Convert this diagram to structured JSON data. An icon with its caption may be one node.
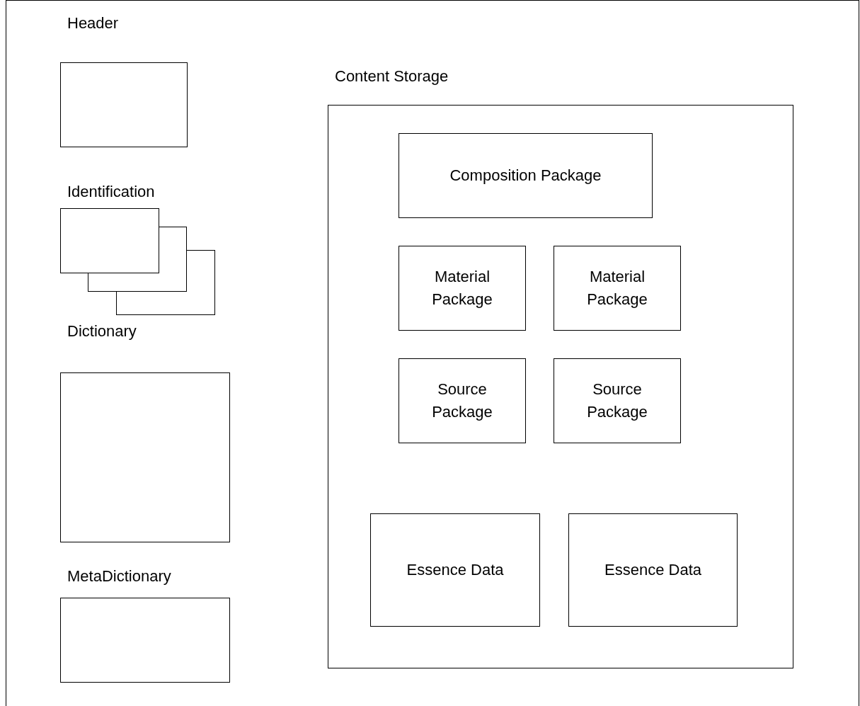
{
  "diagram": {
    "nodes": [
      {
        "text": [
          "Header"
        ]
      },
      {
        "text": [
          "Identification"
        ]
      },
      {
        "text": [
          "Dictionary"
        ]
      },
      {
        "text": [
          "MetaDictionary"
        ]
      },
      {
        "text": [
          "Content Storage"
        ]
      },
      {
        "text": [
          "Composition Package"
        ],
        "in": 4
      },
      {
        "text": [
          "Material Package"
        ],
        "in": 4
      },
      {
        "text": [
          "Material Package"
        ],
        "in": 4
      },
      {
        "text": [
          "Source Package"
        ],
        "in": 4
      },
      {
        "text": [
          "Source Package"
        ],
        "in": 4
      },
      {
        "text": [
          "Essence Data"
        ],
        "in": 4
      },
      {
        "text": [
          "Essence Data"
        ],
        "in": 4
      }
    ],
    "edges": []
  }
}
